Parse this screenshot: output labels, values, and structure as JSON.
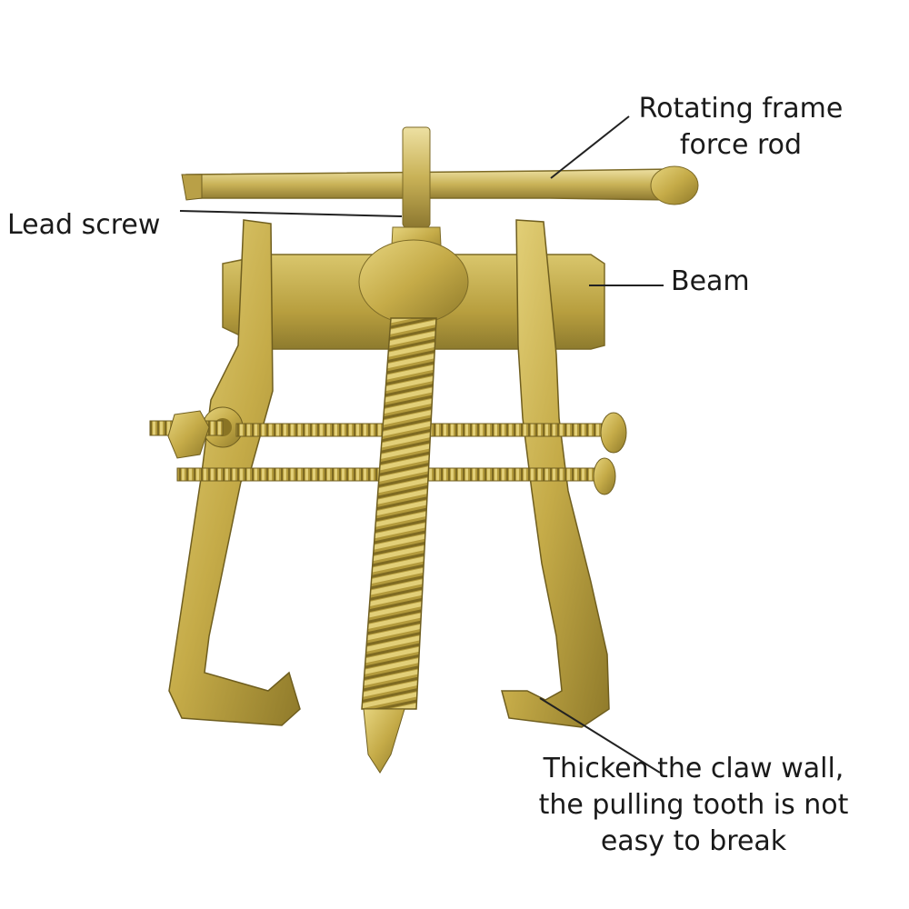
{
  "labels": {
    "rotating_frame": "Rotating frame\nforce rod",
    "lead_screw": "Lead screw",
    "beam": "Beam",
    "claw": "Thicken the claw wall,\nthe pulling tooth is not\neasy to break"
  },
  "colors": {
    "metal": "#c9b04e",
    "metal_dark": "#8a7424",
    "metal_light": "#e4d27c",
    "leader": "#222222"
  }
}
